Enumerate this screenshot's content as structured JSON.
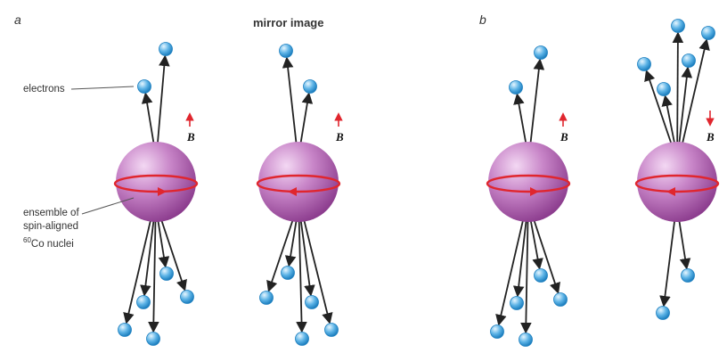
{
  "panels": {
    "a": "a",
    "b": "b"
  },
  "title": "mirror image",
  "labels": {
    "electrons": "electrons",
    "ensemble_line1": "ensemble of",
    "ensemble_line2": "spin-aligned",
    "ensemble_mass": "60",
    "ensemble_line3": "Co nuclei",
    "field": "B"
  },
  "colors": {
    "sphere_light": "#f3d8f3",
    "sphere_mid": "#c885c8",
    "sphere_dark": "#8a3a8c",
    "spin_ring": "#e0262e",
    "field_arrow": "#e0262e",
    "electron_light": "#e6f6ff",
    "electron_dark": "#1d7fbf",
    "track": "#222222"
  },
  "diagrams": [
    {
      "id": "a-left",
      "spin": "counterclockwise-arrow-right",
      "field_direction": "up",
      "up_electrons": 2,
      "down_electrons": 5
    },
    {
      "id": "a-right",
      "spin": "arrow-left",
      "field_direction": "up",
      "up_electrons": 2,
      "down_electrons": 5
    },
    {
      "id": "b-left",
      "spin": "arrow-right",
      "field_direction": "up",
      "up_electrons": 2,
      "down_electrons": 5
    },
    {
      "id": "b-right",
      "spin": "arrow-left",
      "field_direction": "down",
      "up_electrons": 5,
      "down_electrons": 2
    }
  ]
}
